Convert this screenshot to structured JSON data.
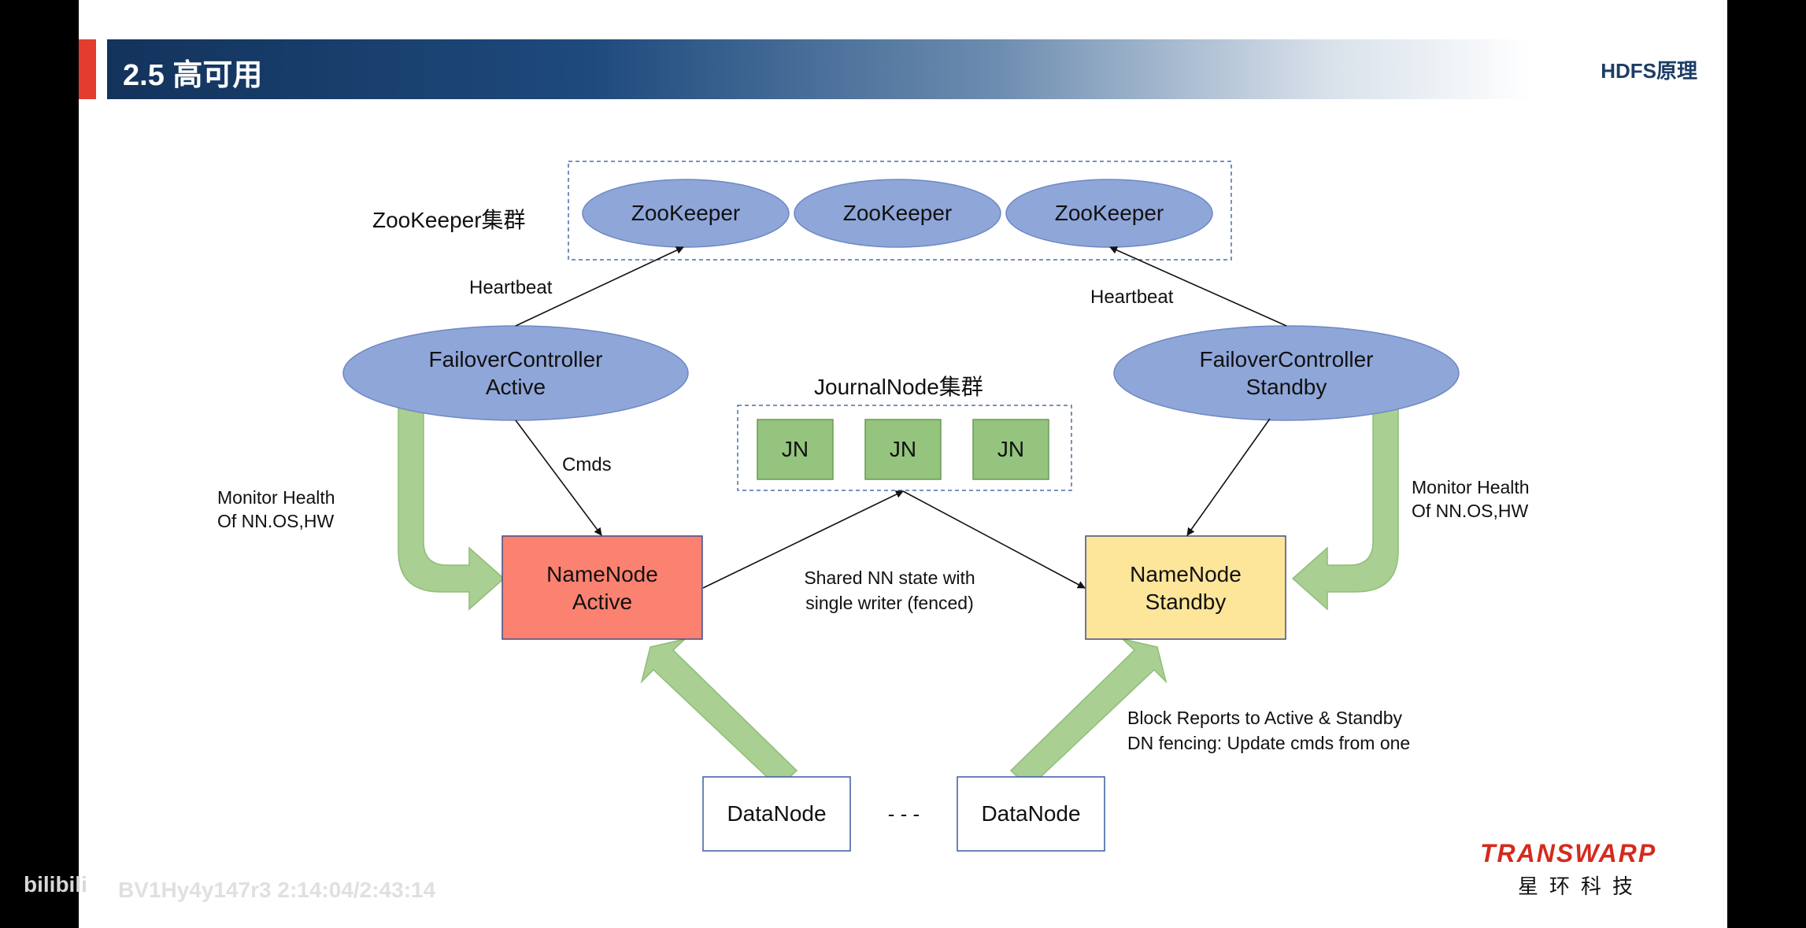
{
  "header": {
    "title": "2.5 高可用",
    "subtitle": "HDFS原理"
  },
  "zookeeper": {
    "cluster_label": "ZooKeeper集群",
    "nodes": [
      "ZooKeeper",
      "ZooKeeper",
      "ZooKeeper"
    ]
  },
  "failover": {
    "active": {
      "line1": "FailoverController",
      "line2": "Active"
    },
    "standby": {
      "line1": "FailoverController",
      "line2": "Standby"
    }
  },
  "journal": {
    "cluster_label": "JournalNode集群",
    "nodes": [
      "JN",
      "JN",
      "JN"
    ]
  },
  "namenode": {
    "active": {
      "line1": "NameNode",
      "line2": "Active"
    },
    "standby": {
      "line1": "NameNode",
      "line2": "Standby"
    }
  },
  "datanodes": {
    "left": "DataNode",
    "right": "DataNode",
    "ellipsis": "- - -"
  },
  "labels": {
    "heartbeat_left": "Heartbeat",
    "heartbeat_right": "Heartbeat",
    "cmds": "Cmds",
    "monitor_left_1": "Monitor Health",
    "monitor_left_2": "Of NN.OS,HW",
    "monitor_right_1": "Monitor Health",
    "monitor_right_2": "Of NN.OS,HW",
    "shared_1": "Shared NN state with",
    "shared_2": "single writer (fenced)",
    "block_1": "Block Reports to Active & Standby",
    "block_2": "DN fencing: Update cmds from one"
  },
  "overlay": {
    "bili": "bilibili",
    "video": "BV1Hy4y147r3 2:14:04/2:43:14",
    "logo_en": "TRANSWARP",
    "logo_cn": "星环科技"
  },
  "colors": {
    "ellipse_fill": "#8fa6d9",
    "ellipse_stroke": "#6f88c4",
    "jn_fill": "#94c47d",
    "nn_active": "#fb8170",
    "nn_standby": "#fde59a",
    "arrow_green": "#a9cf93"
  }
}
